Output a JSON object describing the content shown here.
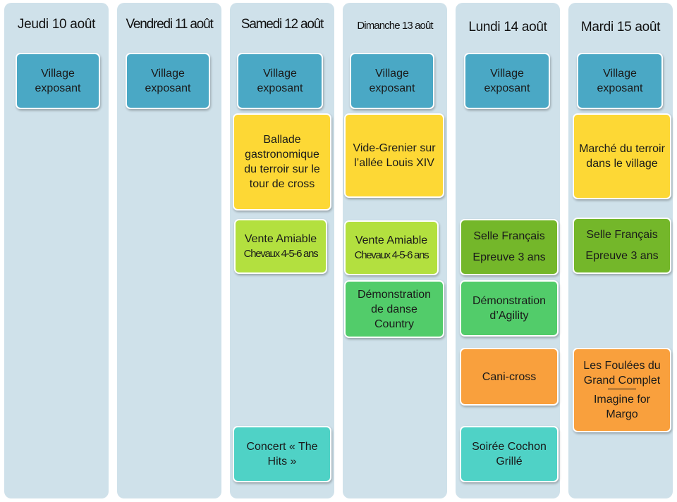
{
  "days": [
    {
      "title": "Jeudi 10 août",
      "events": [
        "Village exposant"
      ]
    },
    {
      "title": "Vendredi 11 août",
      "events": [
        "Village exposant"
      ]
    },
    {
      "title": "Samedi 12 août",
      "events": [
        "Village exposant",
        "Ballade gastronomique du terroir sur le tour de cross",
        "Vente Amiable",
        "Chevaux 4-5-6 ans",
        "Concert « The Hits »"
      ]
    },
    {
      "title": "Dimanche 13 août",
      "events": [
        "Village exposant",
        "Vide-Grenier sur l’allée Louis XIV",
        "Vente Amiable",
        "Chevaux 4-5-6 ans",
        "Démonstration de danse Country"
      ]
    },
    {
      "title": "Lundi 14 août",
      "events": [
        "Village exposant",
        "Selle Français",
        "Epreuve 3 ans",
        "Démonstration d’Agility",
        "Cani-cross",
        "Soirée Cochon Grillé"
      ]
    },
    {
      "title": "Mardi 15 août",
      "events": [
        "Village exposant",
        "Marché du terroir dans le village",
        "Selle Français",
        "Epreuve 3 ans",
        "Les Foulées du Grand Complet",
        "Imagine for Margo"
      ]
    }
  ],
  "colors": {
    "column_bg": "#cfe1ea",
    "blue": "#4aa8c5",
    "yellow": "#fdd835",
    "lime": "#b3e03f",
    "green_dark": "#74b72a",
    "green": "#52cc6a",
    "teal": "#4fd2c6",
    "orange": "#f9a03d"
  }
}
